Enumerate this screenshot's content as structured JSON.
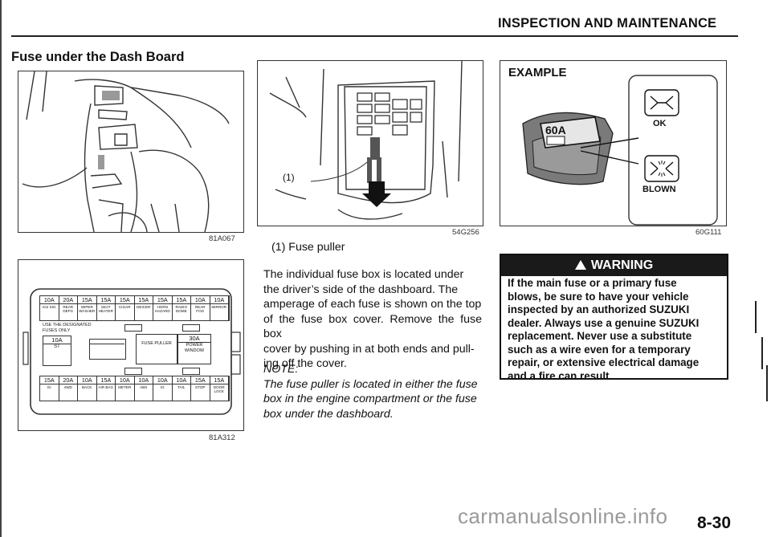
{
  "header": {
    "title": "INSPECTION AND MAINTENANCE"
  },
  "section": {
    "title": "Fuse under the Dash Board"
  },
  "figures": {
    "dash": {
      "code": "81A067"
    },
    "fuse_box_diagram": {
      "code": "81A312",
      "top_amps": [
        "10A",
        "20A",
        "15A",
        "15A",
        "15A",
        "15A",
        "15A",
        "15A",
        "10A",
        "10A"
      ],
      "top_labels": [
        "IG2 SIG",
        "REAR DEFG",
        "WIPER WASHER",
        "SEAT HEATER",
        "CIGAR",
        "DEICER",
        "HORN HAZARD",
        "RADIO DOME",
        "REAR FOG",
        "MIRROR"
      ],
      "note_label": "USE THE DESIGNATED FUSES ONLY",
      "mid_left_amp": "10A",
      "mid_left_label": "ST",
      "mid_center_label": "FUSE PULLER",
      "mid_right_amp": "30A",
      "mid_right_label": "POWER WINDOW",
      "bottom_amps": [
        "15A",
        "20A",
        "10A",
        "15A",
        "10A",
        "10A",
        "10A",
        "10A",
        "15A",
        "15A"
      ],
      "bottom_labels": [
        "IG",
        "4WD",
        "BACK",
        "AIR BAG",
        "METER",
        "ABS",
        "IG",
        "TAIL",
        "STOP",
        "DOOR LOCK"
      ]
    },
    "puller": {
      "code": "54G256",
      "callout": "(1)"
    },
    "example": {
      "title": "EXAMPLE",
      "ok_label": "OK",
      "blown_label": "BLOWN",
      "fuse_text": "60A",
      "code": "60G111"
    }
  },
  "caption": "(1) Fuse puller",
  "body": {
    "lines": [
      "The individual fuse box is located under",
      "the driver’s side of the dashboard. The",
      "amperage of each fuse is shown on the top",
      "of the fuse box cover. Remove the fuse box",
      "cover by pushing in at both ends and pull-",
      "ing off the cover."
    ]
  },
  "note": {
    "heading": "NOTE:",
    "lines": [
      "The fuse puller is located in either the fuse",
      "box in the engine compartment or the fuse",
      "box under the dashboard."
    ]
  },
  "warning": {
    "heading": "WARNING",
    "lines": [
      "If the main fuse or a primary fuse",
      "blows, be sure to have your vehicle",
      "inspected by an authorized SUZUKI",
      "dealer. Always use a genuine SUZUKI",
      "replacement. Never use a substitute",
      "such as a wire even for a temporary",
      "repair, or extensive electrical damage",
      "and a fire can result."
    ]
  },
  "page_number": "8-30",
  "watermark": "carmanualsonline.info"
}
